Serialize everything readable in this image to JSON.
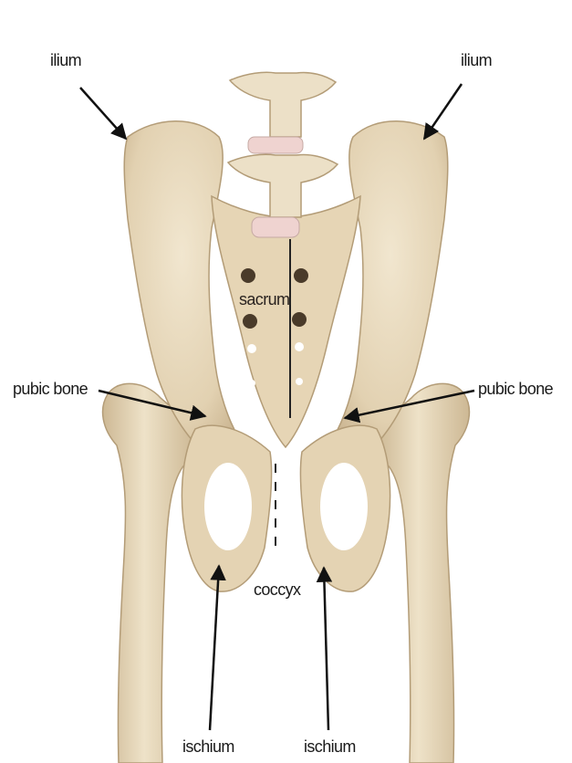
{
  "labels": {
    "ilium_left": "ilium",
    "ilium_right": "ilium",
    "sacrum": "sacrum",
    "pubic_bone_left": "pubic bone",
    "pubic_bone_right": "pubic bone",
    "coccyx": "coccyx",
    "ischium_left": "ischium",
    "ischium_right": "ischium"
  },
  "colors": {
    "bone": "#e8d9bc",
    "bone_shadow": "#c9b38f",
    "bone_dark": "#a8916c",
    "disc": "#efd3d0",
    "leader": "#111111",
    "background": "#ffffff"
  }
}
